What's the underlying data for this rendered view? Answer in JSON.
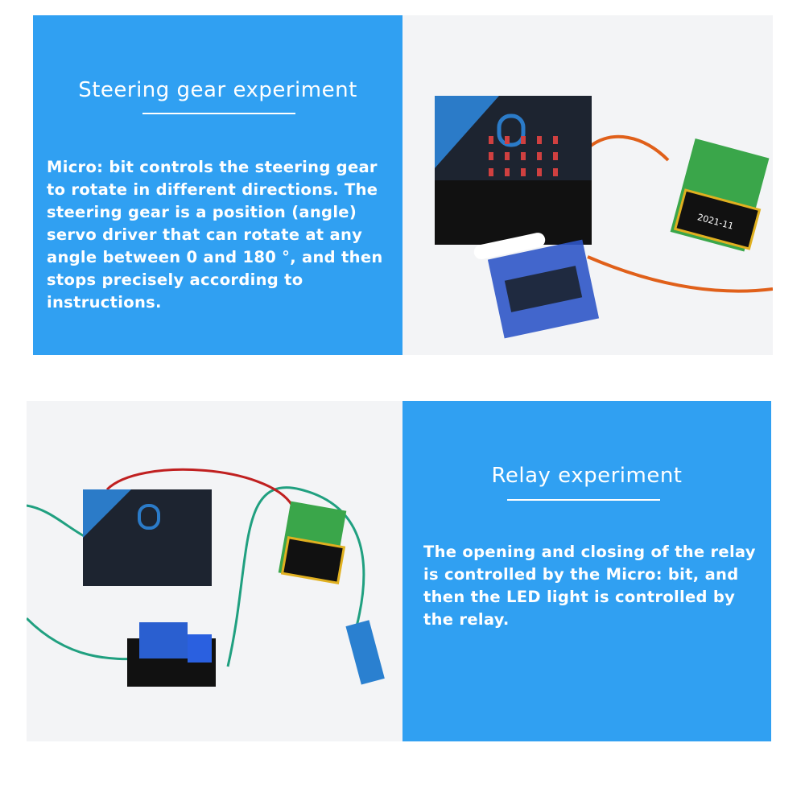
{
  "colors": {
    "panel_blue": "#30a0f2",
    "text": "#ffffff"
  },
  "steering": {
    "title": "Steering gear experiment",
    "lines": [
      "Micro: bit controls the steering gear",
      "to rotate in different directions. The",
      "steering gear is a position (angle)",
      "servo driver that can rotate at any",
      "angle between 0 and 180 °, and then",
      "stops precisely according to",
      "instructions."
    ]
  },
  "relay": {
    "title": "Relay experiment",
    "lines": [
      "The opening and closing of the relay",
      "is controlled by the Micro: bit, and",
      "then the LED light is controlled by",
      "the relay."
    ]
  },
  "photos": {
    "battery_date": "2021-11"
  }
}
